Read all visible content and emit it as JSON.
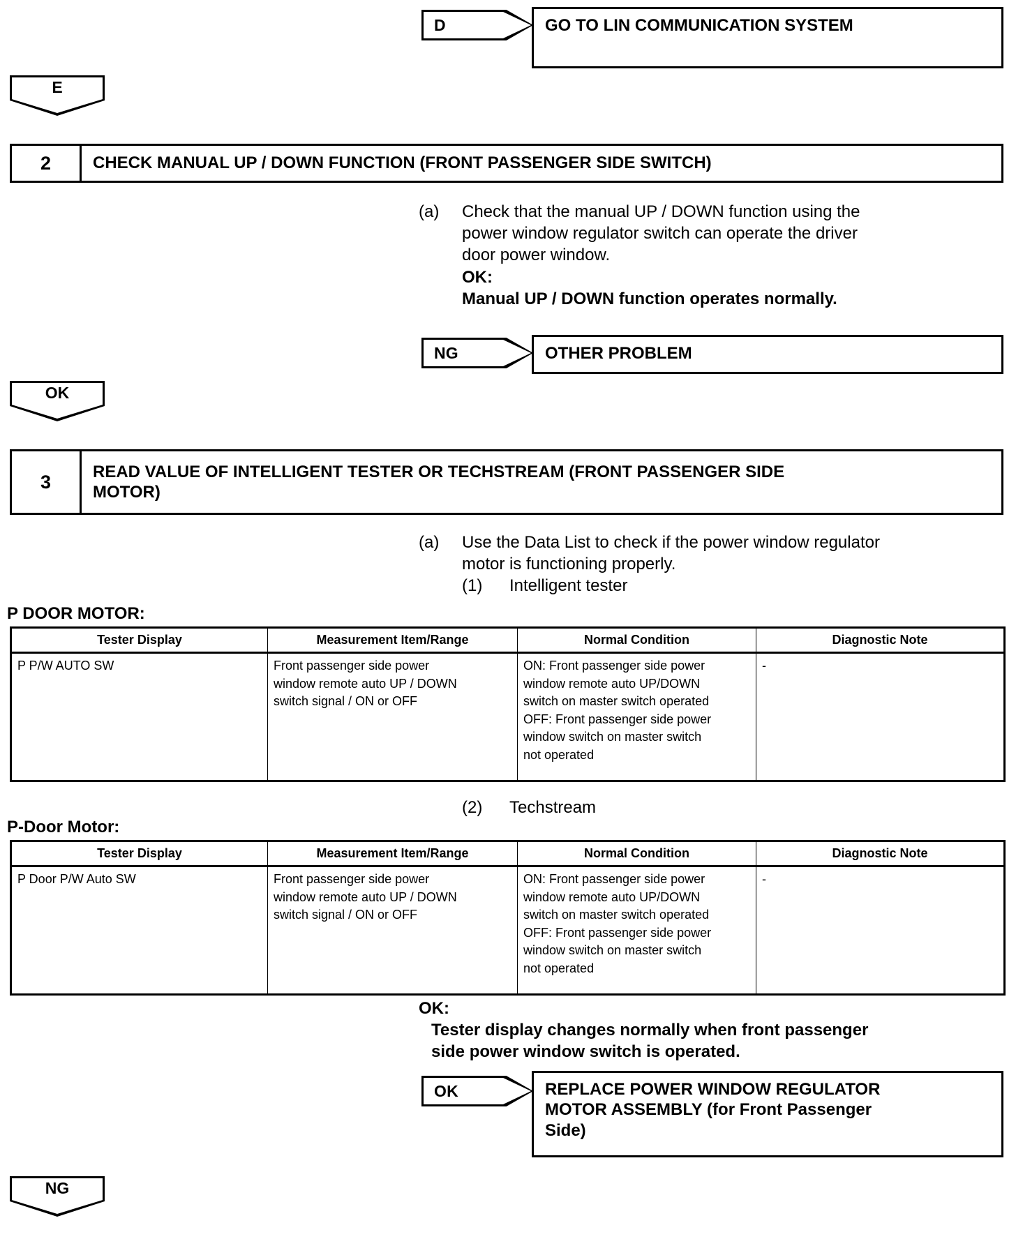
{
  "flow": {
    "top_connector_d": {
      "tag": "D",
      "destination": "GO TO LIN COMMUNICATION SYSTEM"
    },
    "connector_e": "E",
    "connector_ok_mid": "OK",
    "connector_ng_bottom": "NG"
  },
  "step2": {
    "number": "2",
    "title": "CHECK MANUAL UP / DOWN FUNCTION (FRONT PASSENGER SIDE SWITCH)",
    "instruction": {
      "marker": "(a)",
      "line1": "Check that the manual UP / DOWN function using the",
      "line2": "power window regulator switch can operate the driver",
      "line3": "door power window."
    },
    "ok_label": "OK:",
    "ok_value": "Manual UP / DOWN function operates normally.",
    "ng_tag": "NG",
    "ng_destination": "OTHER PROBLEM"
  },
  "step3": {
    "number": "3",
    "title_line1": "READ VALUE OF INTELLIGENT TESTER OR TECHSTREAM (FRONT PASSENGER SIDE",
    "title_line2": "MOTOR)",
    "instruction": {
      "marker": "(a)",
      "line1": "Use the Data List to check if the power window regulator",
      "line2": "motor is functioning properly."
    },
    "sub1": {
      "marker": "(1)",
      "text": "Intelligent tester"
    },
    "sub2": {
      "marker": "(2)",
      "text": "Techstream"
    },
    "ok_label": "OK:",
    "ok_value_line1": "Tester display changes normally when front passenger",
    "ok_value_line2": "side power window switch is operated.",
    "ok_tag": "OK",
    "ok_destination_line1": "REPLACE POWER WINDOW REGULATOR",
    "ok_destination_line2": "MOTOR ASSEMBLY (for Front Passenger",
    "ok_destination_line3": "Side)"
  },
  "table1": {
    "caption": "P DOOR MOTOR:",
    "columns": [
      "Tester Display",
      "Measurement Item/Range",
      "Normal Condition",
      "Diagnostic Note"
    ],
    "rows": [
      {
        "tester_display": "P P/W AUTO SW",
        "measurement": [
          "Front passenger side power",
          "window remote auto UP / DOWN",
          "switch signal / ON or OFF"
        ],
        "normal_condition": [
          "ON: Front passenger side power",
          "window remote auto UP/DOWN",
          "switch on master switch operated",
          "OFF: Front passenger side power",
          "window switch on master switch",
          "not operated"
        ],
        "diagnostic_note": "-"
      }
    ]
  },
  "table2": {
    "caption": "P-Door Motor:",
    "columns": [
      "Tester Display",
      "Measurement Item/Range",
      "Normal Condition",
      "Diagnostic Note"
    ],
    "rows": [
      {
        "tester_display": "P Door P/W Auto SW",
        "measurement": [
          "Front passenger side power",
          "window remote auto UP / DOWN",
          "switch signal / ON or OFF"
        ],
        "normal_condition": [
          "ON: Front passenger side power",
          "window remote auto UP/DOWN",
          "switch on master switch operated",
          "OFF: Front passenger side power",
          "window switch on master switch",
          "not operated"
        ],
        "diagnostic_note": "-"
      }
    ]
  }
}
